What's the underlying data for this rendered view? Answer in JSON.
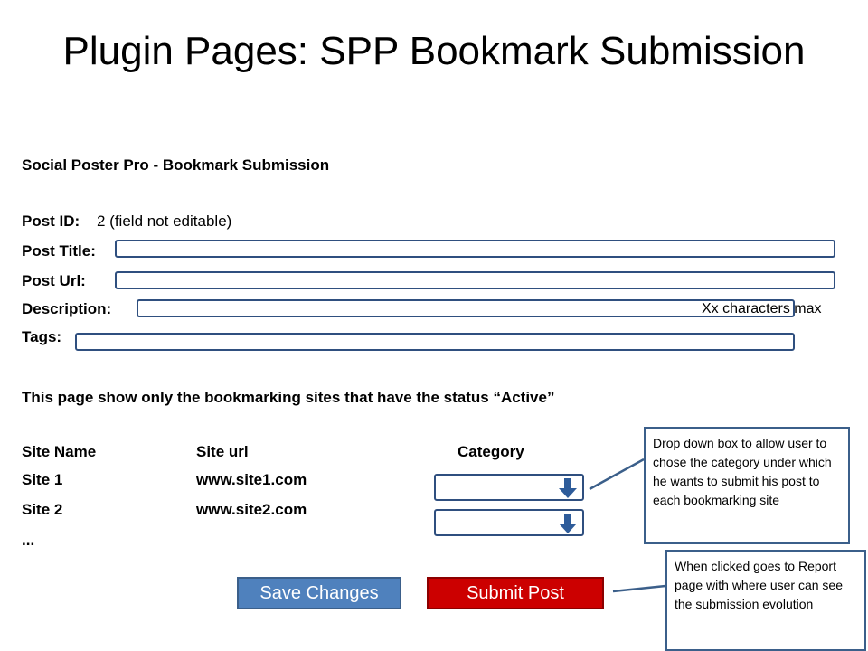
{
  "slide": {
    "title": "Plugin Pages: SPP Bookmark Submission"
  },
  "form": {
    "heading": "Social Poster Pro  - Bookmark Submission",
    "post_id_label": "Post ID:",
    "post_id_value": "2 (field not editable)",
    "post_title_label": "Post Title:",
    "post_url_label": "Post Url:",
    "description_label": "Description:",
    "description_hint": "Xx characters max",
    "tags_label": "Tags:"
  },
  "info_text": "This page show only the bookmarking sites that have the status “Active”",
  "sites_table": {
    "headers": [
      "Site Name",
      "Site url",
      "Category"
    ],
    "rows": [
      {
        "name": "Site 1",
        "url": "www.site1.com"
      },
      {
        "name": "Site 2",
        "url": "www.site2.com"
      }
    ],
    "more": "..."
  },
  "buttons": {
    "save": "Save Changes",
    "submit": "Submit Post"
  },
  "callouts": {
    "dropdown_note": "Drop down box to allow user to chose the category under which he wants to submit his post to each bookmarking site",
    "submit_note": "When clicked goes to Report page with where user can see the submission evolution"
  },
  "colors": {
    "field_border": "#2f4f7f",
    "save_button": "#4f81bd",
    "submit_button": "#cc0000",
    "arrow_icon": "#2e5c9a"
  }
}
